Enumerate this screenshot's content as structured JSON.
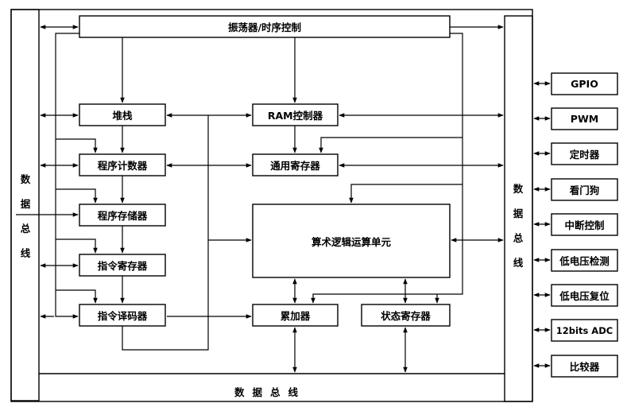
{
  "blocks": {
    "oscillator": "振荡器/时序控制",
    "stack": "堆栈",
    "ram_controller": "RAM控制器",
    "program_counter": "程序计数器",
    "general_register": "通用寄存器",
    "program_memory": "程序存储器",
    "alu": "算术逻辑运算单元",
    "instruction_register": "指令寄存器",
    "instruction_decoder": "指令译码器",
    "accumulator": "累加器",
    "status_register": "状态寄存器"
  },
  "buses": {
    "left_bus": [
      "数",
      "据",
      "总",
      "线"
    ],
    "right_bus": [
      "数",
      "据",
      "总",
      "线"
    ],
    "bottom_bus": "数据总线"
  },
  "peripherals": [
    "GPIO",
    "PWM",
    "定时器",
    "看门狗",
    "中断控制",
    "低电压检测",
    "低电压复位",
    "12bits ADC",
    "比较器"
  ]
}
